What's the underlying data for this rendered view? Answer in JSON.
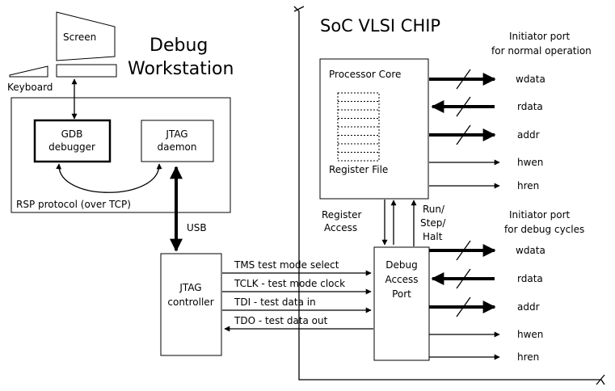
{
  "workstation": {
    "title_line1": "Debug",
    "title_line2": "Workstation",
    "screen_label": "Screen",
    "keyboard_label": "Keyboard",
    "gdb_line1": "GDB",
    "gdb_line2": "debugger",
    "jtag_daemon_line1": "JTAG",
    "jtag_daemon_line2": "daemon",
    "rsp_label": "RSP protocol (over TCP)"
  },
  "usb_label": "USB",
  "jtag_controller": {
    "line1": "JTAG",
    "line2": "controller"
  },
  "jtag_signals": [
    "TMS test mode select",
    "TCLK - test mode clock",
    "TDI - test data in",
    "TDO - test data out"
  ],
  "chip": {
    "title": "SoC VLSI CHIP",
    "processor_core": "Processor Core",
    "register_file": "Register File",
    "register_access_line1": "Register",
    "register_access_line2": "Access",
    "run_line1": "Run/",
    "run_line2": "Step/",
    "run_line3": "Halt",
    "dap_line1": "Debug",
    "dap_line2": "Access",
    "dap_line3": "Port"
  },
  "normal_port": {
    "title_line1": "Initiator port",
    "title_line2": "for normal operation",
    "signals": [
      "wdata",
      "rdata",
      "addr",
      "hwen",
      "hren"
    ]
  },
  "debug_port": {
    "title_line1": "Initiator port",
    "title_line2": "for debug cycles",
    "signals": [
      "wdata",
      "rdata",
      "addr",
      "hwen",
      "hren"
    ]
  }
}
